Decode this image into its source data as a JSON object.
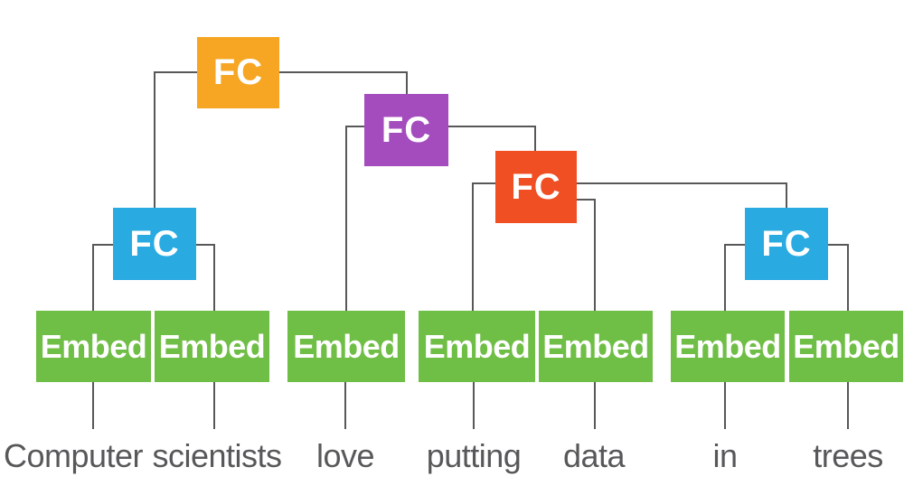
{
  "labels": {
    "fc": "FC",
    "embed": "Embed"
  },
  "sentence": {
    "words": [
      "Computer",
      "scientists",
      "love",
      "putting",
      "data",
      "in",
      "trees"
    ]
  },
  "colors": {
    "fc-root": "#F6A623",
    "fc-mid": "#A44CBE",
    "fc-inner": "#F04E23",
    "fc-pair": "#29ABE2",
    "embed": "#6FBE45",
    "edge": "#58585A",
    "node-text": "#FFFFFF",
    "word-text": "#58585A"
  }
}
